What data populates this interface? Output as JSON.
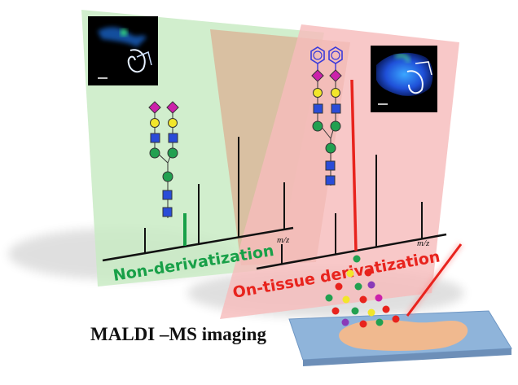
{
  "labels": {
    "left_panel": "Non-derivatization",
    "right_panel": "On-tissue derivatization",
    "axis_left": "m/z",
    "axis_right": "m/z",
    "title": "MALDI –MS imaging"
  },
  "colors": {
    "green_panel": "#c9ebc4",
    "red_panel": "#f6bcbc",
    "tan_panel": "#dab79a",
    "green_text": "#18a048",
    "red_text": "#e8231d",
    "sialic_acid": "#cc22aa",
    "galactose": "#f2e62a",
    "mannose": "#22a050",
    "glcnac": "#2a4cd8",
    "benzene_tag": "#3a3adb",
    "laser": "#e8231d",
    "slide": "#8fb4da",
    "tissue": "#f0b98f"
  },
  "icons": {
    "left_glycan": "glycan-structure-icon",
    "right_glycan": "derivatized-glycan-structure-icon",
    "ion_image": "ion-image-thumbnail",
    "laser": "laser-beam-icon",
    "slide": "tissue-slide-icon"
  }
}
